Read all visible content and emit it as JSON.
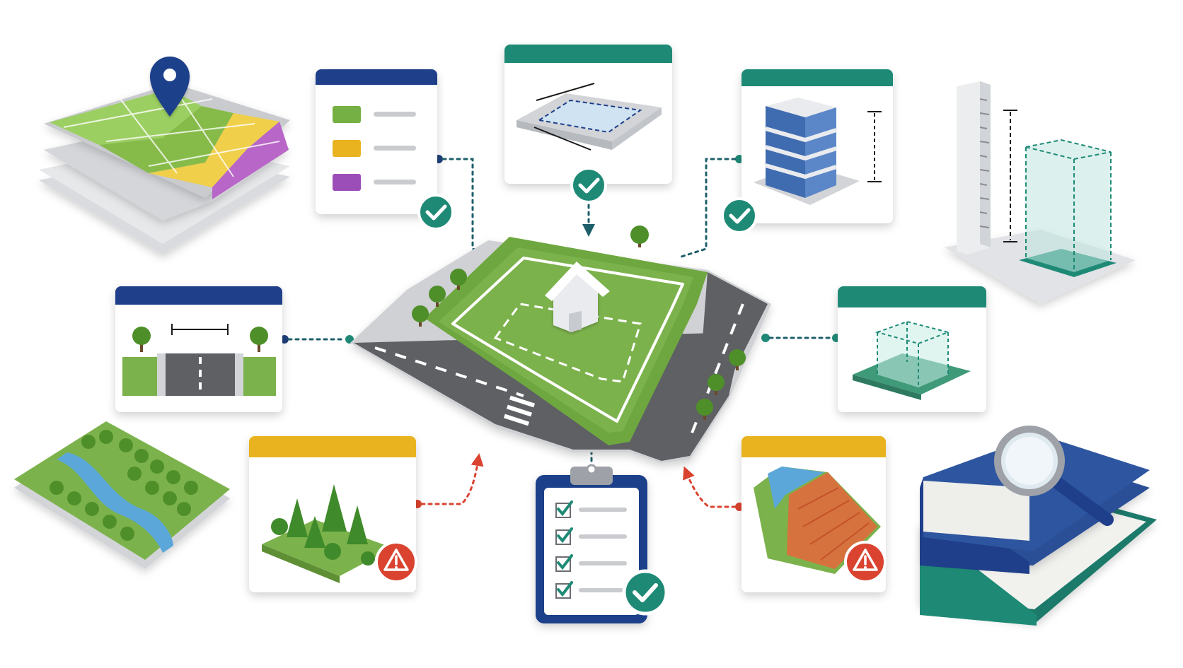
{
  "colors": {
    "navy": "#1f3f8a",
    "teal": "#1e8a76",
    "yellow": "#e8b31e",
    "ok": "#1e8a76",
    "warn": "#d9432f",
    "grass": "#74a843",
    "road": "#5a5c60",
    "purple": "#9b4db8",
    "water": "#5ba7d9"
  },
  "panels": [
    {
      "name": "zoning-legend-card",
      "header": "navy",
      "status": "check",
      "flow": "inbound-ok"
    },
    {
      "name": "lot-area-card",
      "header": "teal",
      "status": "check",
      "flow": "inbound-ok"
    },
    {
      "name": "building-height-card",
      "header": "teal",
      "status": "check",
      "flow": "inbound-ok"
    },
    {
      "name": "road-width-card",
      "header": "navy",
      "status": "none",
      "flow": "inbound-ok"
    },
    {
      "name": "building-volume-card",
      "header": "teal",
      "status": "none",
      "flow": "inbound-ok"
    },
    {
      "name": "trees-card",
      "header": "yellow",
      "status": "warning",
      "flow": "inbound-warning"
    },
    {
      "name": "flood-zone-card",
      "header": "yellow",
      "status": "warning",
      "flow": "inbound-warning"
    },
    {
      "name": "checklist-clipboard",
      "header": "navy",
      "status": "check",
      "flow": "outbound-ok"
    }
  ],
  "icons": [
    "map-layers-icon",
    "location-pin-icon",
    "height-ruler-icon",
    "river-forest-icon",
    "books-magnifier-icon",
    "house-icon",
    "check-icon",
    "warning-icon"
  ]
}
